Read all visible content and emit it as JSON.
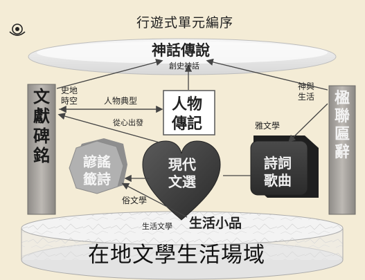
{
  "title": "行遊式單元編序",
  "top_main": "神話傳說",
  "top_sub": "創史神話",
  "left_box": "文獻碑銘",
  "right_box": "楹聯匾辭",
  "left_note": "史地\n時空",
  "right_note": "神與\n生活",
  "center_box": "人物\n傳記",
  "arrow_typical": "人物典型",
  "arrow_heart": "從心出發",
  "arrow_elegant": "雅文學",
  "arrow_folk": "俗文學",
  "arrow_life": "生活文學",
  "heart": "現代\n文選",
  "octagon": "諺謠\n籤詩",
  "cube": "詩詞\n歌曲",
  "life_piece": "生活小品",
  "bottom_base": "在地文學生活場域",
  "colors": {
    "background": "#f4ecd6",
    "pillar": "#a9a6a2",
    "heart": "#3c3c3c",
    "cube": "#3a3a3a",
    "octagon": "#a8a8a8"
  },
  "icons": [
    "emblem-icon"
  ]
}
